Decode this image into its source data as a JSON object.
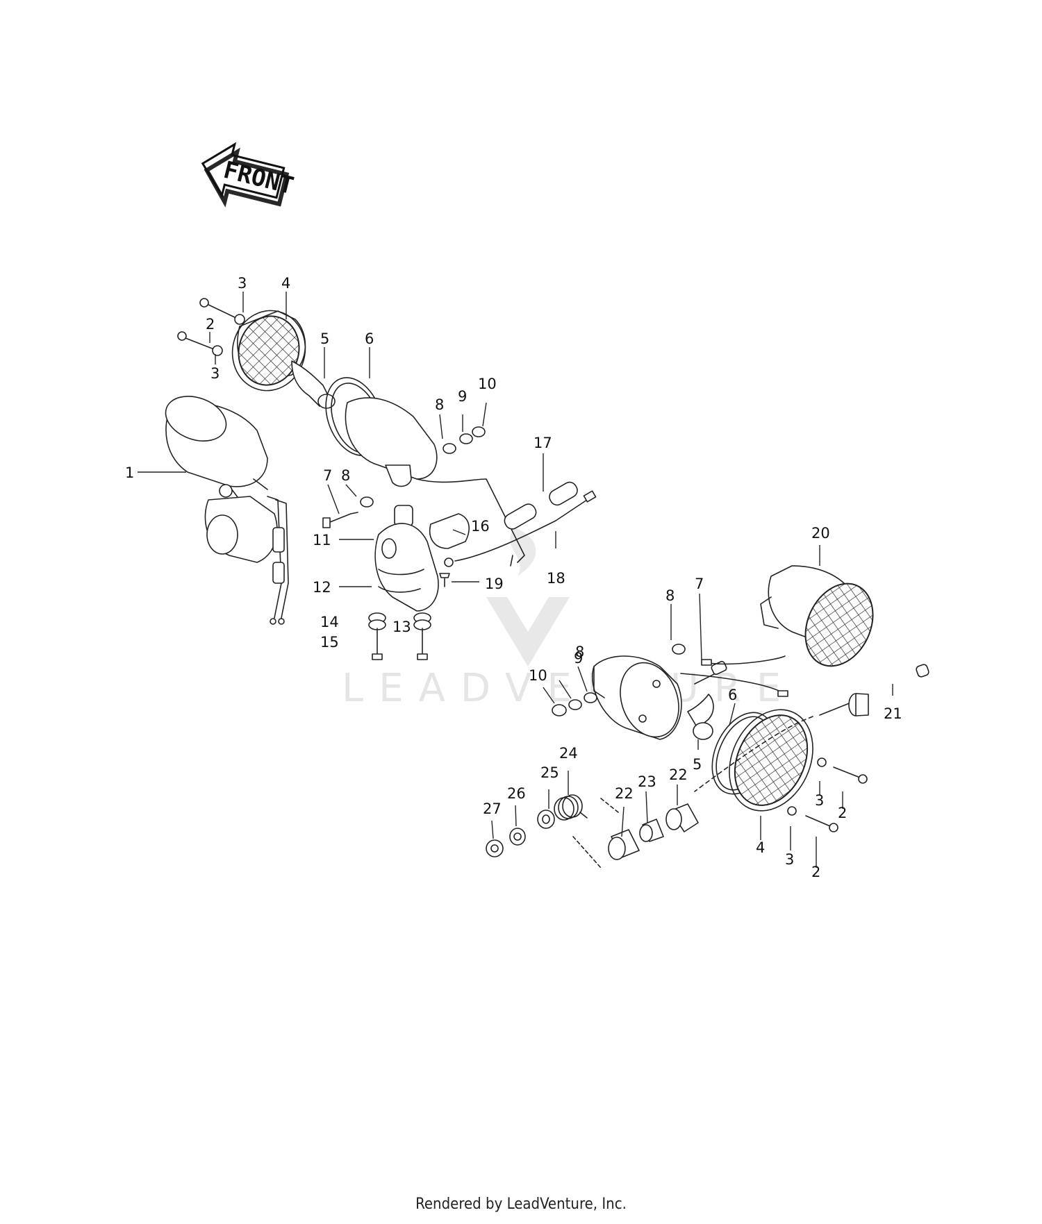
{
  "front_arrow_label": "FRONT",
  "watermark_text": "LEADVENTURE",
  "footer": "Rendered by LeadVenture, Inc.",
  "callouts": [
    "1",
    "2",
    "3",
    "4",
    "5",
    "6",
    "7",
    "8",
    "9",
    "10",
    "11",
    "12",
    "13",
    "14",
    "15",
    "16",
    "17",
    "18",
    "19",
    "20",
    "21",
    "22",
    "23",
    "24",
    "25",
    "26",
    "27"
  ]
}
